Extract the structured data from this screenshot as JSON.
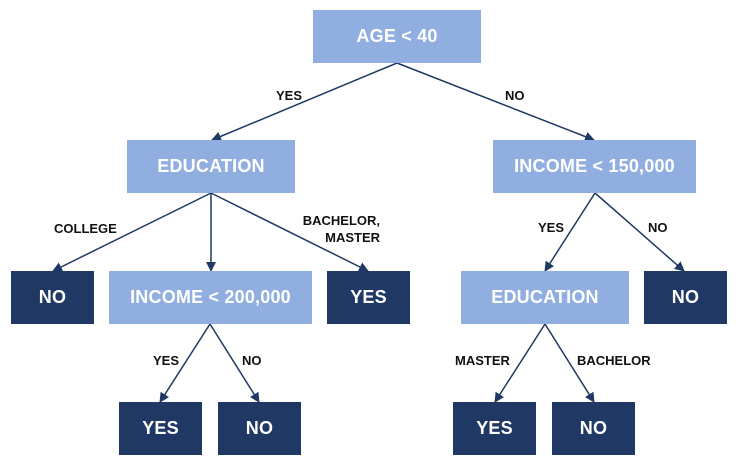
{
  "colors": {
    "decision_fill": "#90aee0",
    "leaf_fill": "#1f3864",
    "edge": "#1f3864"
  },
  "nodes": {
    "root": "AGE < 40",
    "education_left": "EDUCATION",
    "income_right": "INCOME < 150,000",
    "leaf_no_college": "NO",
    "income_middle": "INCOME < 200,000",
    "leaf_yes_bachelor_master": "YES",
    "education_right": "EDUCATION",
    "leaf_no_income_right": "NO",
    "leaf_yes_income_middle": "YES",
    "leaf_no_income_middle": "NO",
    "leaf_yes_master": "YES",
    "leaf_no_bachelor": "NO"
  },
  "edge_labels": {
    "root_yes": "YES",
    "root_no": "NO",
    "college": "COLLEGE",
    "bachelor_master_line1": "BACHELOR,",
    "bachelor_master_line2": "MASTER",
    "income_right_yes": "YES",
    "income_right_no": "NO",
    "income_middle_yes": "YES",
    "income_middle_no": "NO",
    "master": "MASTER",
    "bachelor": "BACHELOR"
  }
}
